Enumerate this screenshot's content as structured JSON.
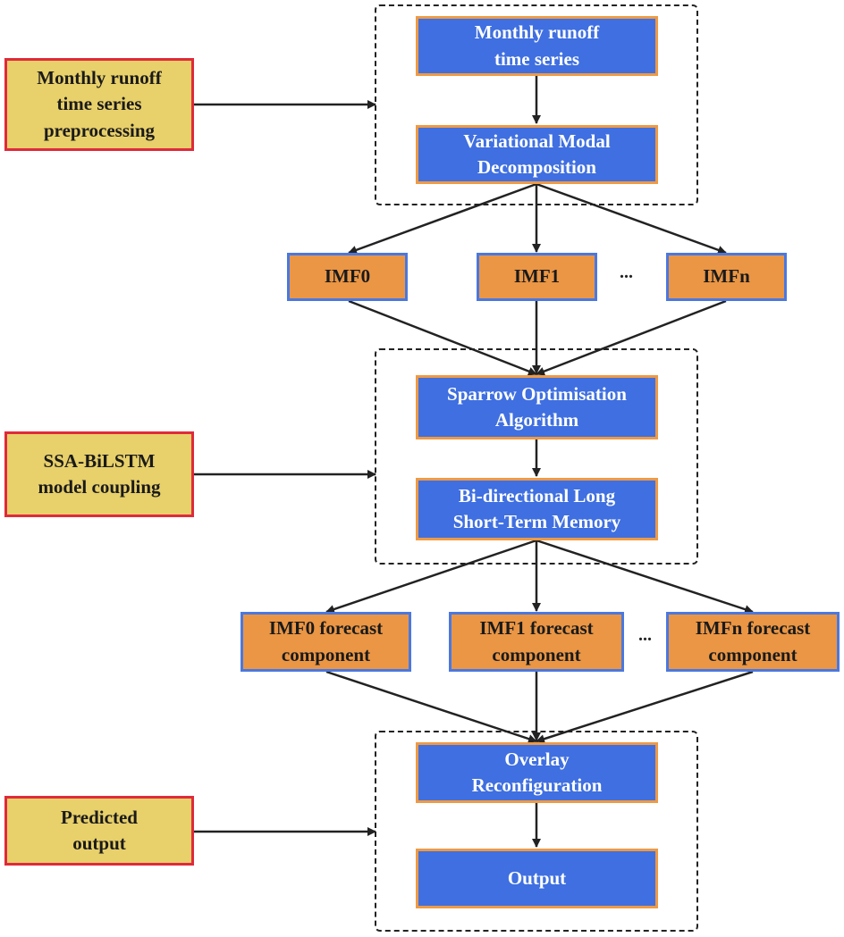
{
  "side_labels": {
    "preprocessing": "Monthly runoff\ntime series\npreprocessing",
    "coupling": "SSA-BiLSTM\nmodel coupling",
    "predicted": "Predicted\noutput"
  },
  "stage1": {
    "input": "Monthly runoff\ntime series",
    "vmd": "Variational Modal\nDecomposition"
  },
  "imfs": {
    "imf0": "IMF0",
    "imf1": "IMF1",
    "ellipsis": "...",
    "imfn": "IMFn"
  },
  "stage2": {
    "ssa": "Sparrow Optimisation\nAlgorithm",
    "bilstm": "Bi-directional Long\nShort-Term Memory"
  },
  "forecasts": {
    "f0": "IMF0 forecast\ncomponent",
    "f1": "IMF1 forecast\ncomponent",
    "ellipsis": "...",
    "fn": "IMFn forecast\ncomponent"
  },
  "stage3": {
    "overlay": "Overlay\nReconfiguration",
    "output": "Output"
  },
  "colors": {
    "process_fill": "#3f6fe0",
    "process_border": "#ee9a45",
    "component_fill": "#ea9645",
    "component_border": "#4a78e0",
    "label_fill": "#e8d06a",
    "label_border": "#e02a3a"
  }
}
